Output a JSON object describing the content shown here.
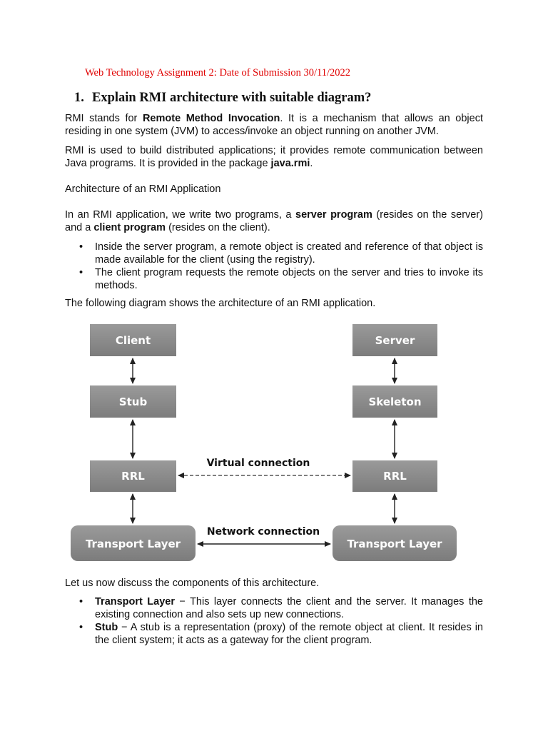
{
  "header": {
    "title": "Web Technology Assignment 2: Date of Submission 30/11/2022"
  },
  "question": {
    "number": "1.",
    "text": "Explain RMI architecture with suitable diagram?"
  },
  "paragraphs": {
    "p1_pre": "RMI stands for ",
    "p1_bold": "Remote Method Invocation",
    "p1_post": ". It is a mechanism that allows an object residing in one system (JVM) to access/invoke an object running on another JVM.",
    "p2_pre": "RMI is used to build distributed applications; it provides remote communication between Java programs. It is provided in the package ",
    "p2_bold": "java.rmi",
    "p2_post": ".",
    "p3": "Architecture of an RMI Application",
    "p4_pre": "In an RMI application, we write two programs, a ",
    "p4_bold1": "server program",
    "p4_mid": " (resides on the server) and a ",
    "p4_bold2": "client program",
    "p4_post": " (resides on the client).",
    "p5": "The following diagram shows the architecture of an RMI application.",
    "p6": "Let us now discuss the components of this architecture."
  },
  "bullets_1": [
    "Inside the server program, a remote object is created and reference of that object is made available for the client (using the registry).",
    "The client program requests the remote objects on the server and tries to invoke its methods."
  ],
  "bullets_2": [
    {
      "term": "Transport Layer",
      "text": " − This layer connects the client and the server. It manages the existing connection and also sets up new connections."
    },
    {
      "term": "Stub",
      "text": " − A stub is a representation (proxy) of the remote object at client. It resides in the client system; it acts as a gateway for the client program."
    }
  ],
  "bullet_symbol": "•",
  "diagram": {
    "left": {
      "client": "Client",
      "stub": "Stub",
      "rrl": "RRL",
      "transport": "Transport Layer"
    },
    "right": {
      "server": "Server",
      "skeleton": "Skeleton",
      "rrl": "RRL",
      "transport": "Transport Layer"
    },
    "virtual_connection": "Virtual connection",
    "network_connection": "Network connection",
    "colors": {
      "box": "#8a8a8a",
      "box_dark": "#7a7a7a",
      "arrow": "#222222"
    }
  }
}
